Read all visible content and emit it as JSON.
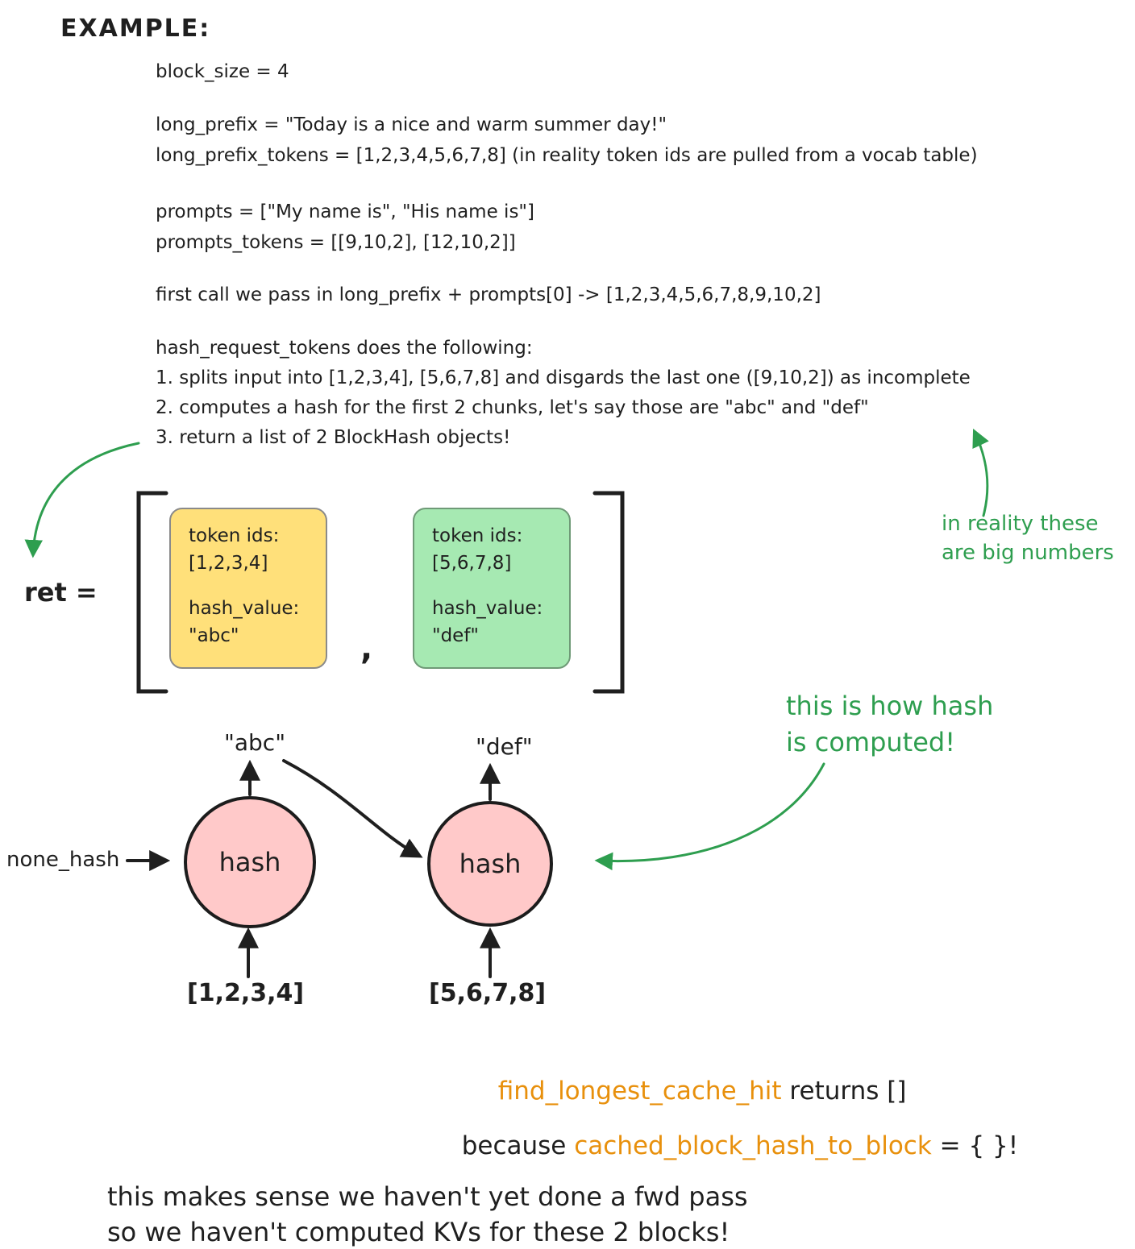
{
  "title": "EXAMPLE:",
  "code": {
    "lines": [
      "block_size = 4",
      "long_prefix = \"Today is a nice and warm summer day!\"",
      "long_prefix_tokens = [1,2,3,4,5,6,7,8] (in reality token ids are pulled from a vocab table)",
      "prompts = [\"My name is\", \"His name is\"]",
      "prompts_tokens = [[9,10,2], [12,10,2]]",
      "first call we pass in long_prefix + prompts[0] -> [1,2,3,4,5,6,7,8,9,10,2]",
      "hash_request_tokens does the following:",
      "1. splits input into [1,2,3,4], [5,6,7,8] and disgards the last one ([9,10,2]) as incomplete",
      "2. computes a hash for the first 2 chunks, let's say those are \"abc\" and \"def\"",
      "3. return a list of 2 BlockHash objects!"
    ]
  },
  "ret": {
    "label": "ret =",
    "comma": ","
  },
  "blocks": [
    {
      "tokens_label": "token ids:",
      "tokens": "[1,2,3,4]",
      "hash_label": "hash_value:",
      "hash": "\"abc\""
    },
    {
      "tokens_label": "token ids:",
      "tokens": "[5,6,7,8]",
      "hash_label": "hash_value:",
      "hash": "\"def\""
    }
  ],
  "annotations": {
    "big_numbers_line1": "in reality these",
    "big_numbers_line2": "are big numbers",
    "how_hash_line1": "this is how hash",
    "how_hash_line2": "is computed!"
  },
  "hash_diagram": {
    "none_hash_label": "none_hash",
    "left_hash_label": "hash",
    "right_hash_label": "hash",
    "abc_output": "\"abc\"",
    "def_output": "\"def\"",
    "left_tokens": "[1,2,3,4]",
    "right_tokens": "[5,6,7,8]"
  },
  "result": {
    "fn_name": "find_longest_cache_hit",
    "returns_text": " returns []",
    "because_text": "because ",
    "map_name": "cached_block_hash_to_block",
    "equals_text": " = { }!"
  },
  "footer": {
    "line1": "this makes sense we haven't yet done a fwd pass",
    "line2": "so we haven't computed KVs for these 2 blocks!"
  },
  "colors": {
    "ink": "#1f1f1f",
    "green": "#2e9e4f",
    "orange": "#e8900c",
    "pink_circle": "#ffc9c9",
    "yellow_card": "#ffe07a",
    "green_card": "#a6e9b2"
  }
}
